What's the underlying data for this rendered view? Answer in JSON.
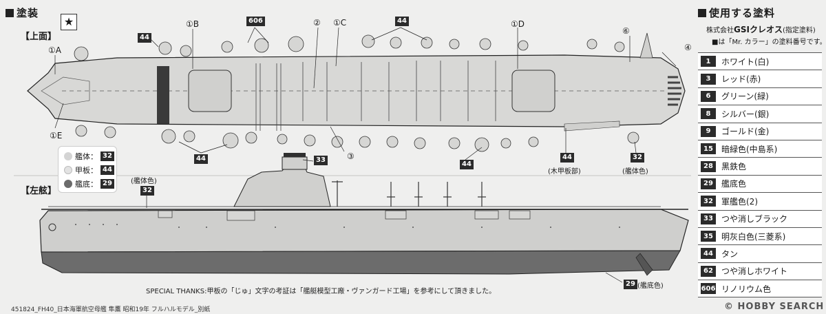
{
  "header": {
    "section_title": "塗装",
    "star_symbol": "★",
    "top_view_label": "【上面】",
    "side_view_label": "【左舷】"
  },
  "callouts": {
    "c1a": "①A",
    "c1b": "①B",
    "c1c": "①C",
    "c1d": "①D",
    "c1e": "①E",
    "c2": "②",
    "c3": "③",
    "c4": "④",
    "c6": "⑥",
    "b44_tl": "44",
    "b606": "606",
    "b44_tc": "44",
    "b44_bl": "44",
    "b44_bc": "44",
    "b44_wood": "44",
    "wood_label": "(木甲板部)",
    "b32_hull": "32",
    "hull_label": "(艦体色)",
    "b33": "33",
    "hull_color_side": "(艦体色)",
    "b32_side": "32",
    "b29_bottom": "29",
    "bottom_label": "(艦底色)"
  },
  "legend": {
    "rows": [
      {
        "label": "艦体：",
        "num": "32",
        "color": "#d4d4d4"
      },
      {
        "label": "甲板：",
        "num": "44",
        "color": "#e3e3e3"
      },
      {
        "label": "艦底：",
        "num": "29",
        "color": "#6b6b6b"
      }
    ]
  },
  "paints": {
    "title": "使用する塗料",
    "maker_prefix": "株式会社",
    "maker_brand": "GSIクレオス",
    "maker_suffix": "(指定塗料)",
    "note": "■は「Mr. カラー」の塗料番号です。",
    "items": [
      {
        "num": "1",
        "name": "ホワイト(白)"
      },
      {
        "num": "3",
        "name": "レッド(赤)"
      },
      {
        "num": "6",
        "name": "グリーン(緑)"
      },
      {
        "num": "8",
        "name": "シルバー(銀)"
      },
      {
        "num": "9",
        "name": "ゴールド(金)"
      },
      {
        "num": "15",
        "name": "暗緑色(中島系)"
      },
      {
        "num": "28",
        "name": "黒鉄色"
      },
      {
        "num": "29",
        "name": "艦底色"
      },
      {
        "num": "32",
        "name": "軍艦色(2)"
      },
      {
        "num": "33",
        "name": "つや消しブラック"
      },
      {
        "num": "35",
        "name": "明灰白色(三菱系)"
      },
      {
        "num": "44",
        "name": "タン"
      },
      {
        "num": "62",
        "name": "つや消しホワイト"
      },
      {
        "num": "606",
        "name": "リノリウム色"
      }
    ]
  },
  "footer": {
    "special_thanks": "SPECIAL THANKS:甲板の「じゅ」文字の考証は「艦艇模型工廠・ヴァンガード工場」を参考にして頂きました。",
    "product_code": "451824_FH40_日本海軍航空母艦 隼鷹 昭和19年 フルハルモデル_別紙",
    "watermark": "HOBBY SEARCH",
    "watermark_prefix": "© "
  },
  "colors": {
    "deck": "#d8d8d6",
    "hull": "#c9c9c7",
    "bottom": "#6c6c6c",
    "ink": "#1a1a1a"
  }
}
